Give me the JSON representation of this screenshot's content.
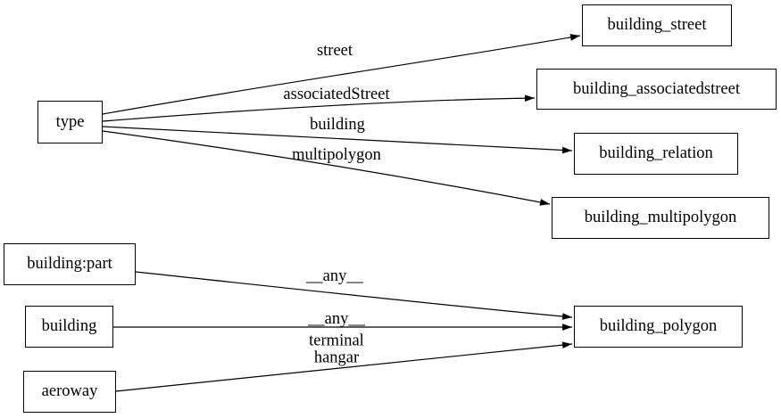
{
  "diagram": {
    "type": "directed-graph",
    "colors": {
      "background": "#ffffff",
      "node_border": "#000000",
      "edge": "#000000",
      "text": "#000000"
    },
    "nodes": {
      "type": {
        "label": "type"
      },
      "building_street": {
        "label": "building_street"
      },
      "building_associatedstreet": {
        "label": "building_associatedstreet"
      },
      "building_relation": {
        "label": "building_relation"
      },
      "building_multipolygon": {
        "label": "building_multipolygon"
      },
      "building_part": {
        "label": "building:part"
      },
      "building": {
        "label": "building"
      },
      "aeroway": {
        "label": "aeroway"
      },
      "building_polygon": {
        "label": "building_polygon"
      }
    },
    "edges": [
      {
        "from": "type",
        "to": "building_street",
        "label": "street"
      },
      {
        "from": "type",
        "to": "building_associatedstreet",
        "label": "associatedStreet"
      },
      {
        "from": "type",
        "to": "building_relation",
        "label": "building"
      },
      {
        "from": "type",
        "to": "building_multipolygon",
        "label": "multipolygon"
      },
      {
        "from": "building:part",
        "to": "building_polygon",
        "label": "__any__"
      },
      {
        "from": "building",
        "to": "building_polygon",
        "label": "__any__"
      },
      {
        "from": "aeroway",
        "to": "building_polygon",
        "label": "terminal\nhangar"
      }
    ]
  }
}
